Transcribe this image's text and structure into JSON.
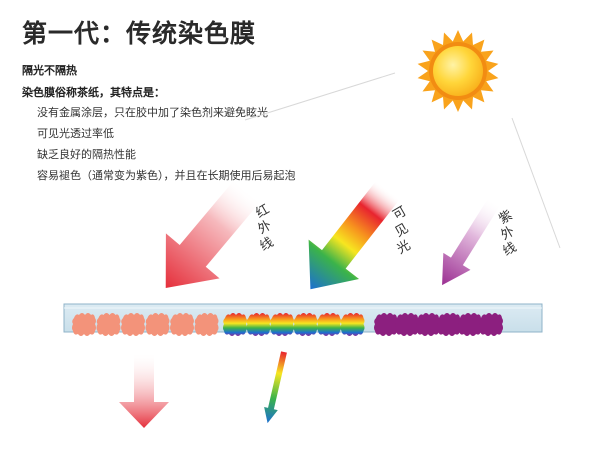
{
  "title": "第一代：传统染色膜",
  "subtitle": "隔光不隔热",
  "intro": "染色膜俗称茶纸，其特点是：",
  "bullets": [
    "没有金属涂层，只在胶中加了染色剂来避免眩光",
    "可见光透过率低",
    "缺乏良好的隔热性能",
    "容易褪色（通常变为紫色），并且在长期使用后易起泡"
  ],
  "rays": {
    "infrared": {
      "label_chars": [
        "红",
        "外",
        "线"
      ],
      "color": "#e8303a"
    },
    "visible": {
      "label_chars": [
        "可",
        "见",
        "光"
      ]
    },
    "ultraviolet": {
      "label_chars": [
        "紫",
        "外",
        "线"
      ],
      "color": "#9b2f92"
    }
  },
  "film": {
    "fill_color": "#d8e9f2",
    "infrared_particle_color": "#f3937a",
    "infrared_particle_count": 6,
    "visible_particle_count": 6,
    "ultraviolet_particle_color": "#8c1f7f",
    "ultraviolet_particle_count": 6
  },
  "sun": {
    "core_color": "#ffd63a",
    "ray_color": "#f9a31c"
  }
}
